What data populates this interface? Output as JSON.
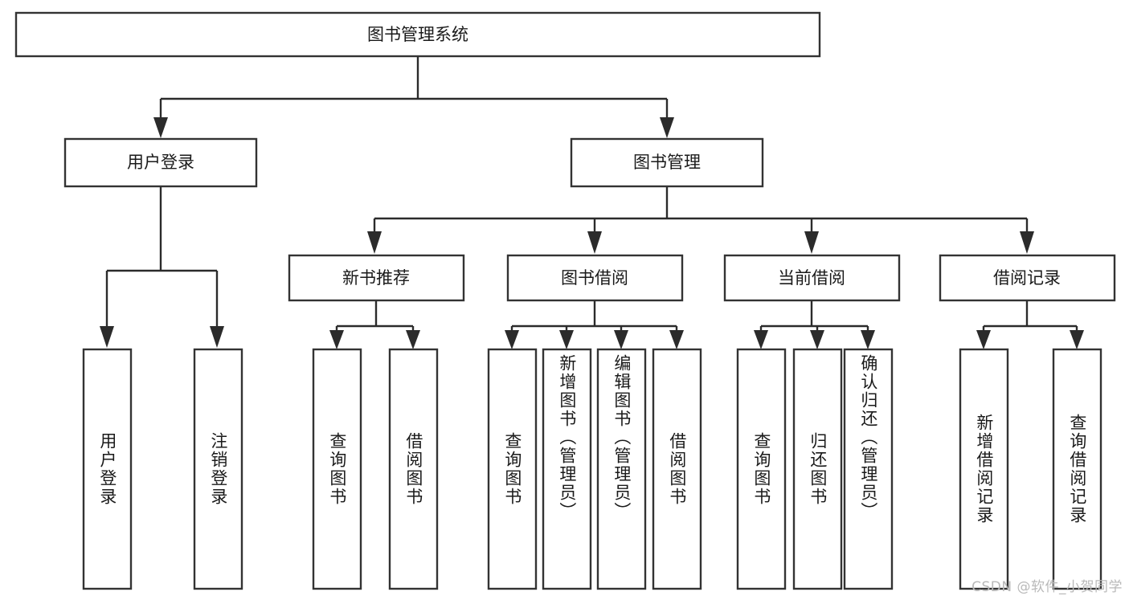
{
  "diagram": {
    "type": "tree-hierarchy",
    "title": "图书管理系统",
    "watermark": "CSDN @软件_小贺同学",
    "colors": {
      "box_stroke": "#333333",
      "box_fill": "#ffffff",
      "connector": "#2b2b2b",
      "text": "#1a1a1a",
      "background": "#ffffff",
      "watermark": "#b9b9b9"
    },
    "root": {
      "label": "图书管理系统"
    },
    "level2": [
      {
        "label": "用户登录"
      },
      {
        "label": "图书管理"
      }
    ],
    "level3": [
      {
        "label": "新书推荐"
      },
      {
        "label": "图书借阅"
      },
      {
        "label": "当前借阅"
      },
      {
        "label": "借阅记录"
      }
    ],
    "leaves": {
      "user_login": [
        {
          "label": "用户登录"
        },
        {
          "label": "注销登录"
        }
      ],
      "new_book_recommend": [
        {
          "label": "查询图书"
        },
        {
          "label": "借阅图书"
        }
      ],
      "book_borrow": [
        {
          "label": "查询图书"
        },
        {
          "label": "新增图书（管理员）"
        },
        {
          "label": "编辑图书（管理员）"
        },
        {
          "label": "借阅图书"
        }
      ],
      "current_borrow": [
        {
          "label": "查询图书"
        },
        {
          "label": "归还图书"
        },
        {
          "label": "确认归还（管理员）"
        }
      ],
      "borrow_record": [
        {
          "label": "新增借阅记录"
        },
        {
          "label": "查询借阅记录"
        }
      ]
    }
  }
}
